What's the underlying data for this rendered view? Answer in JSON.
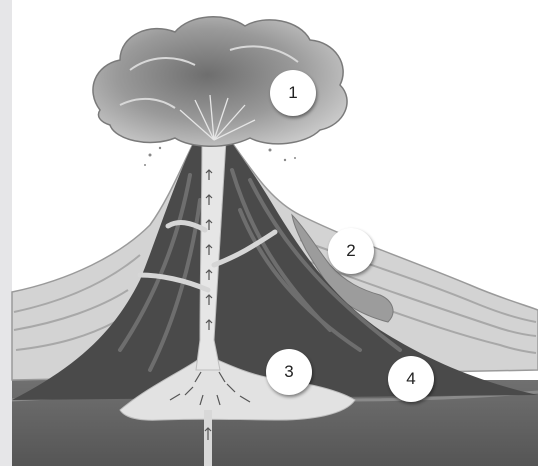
{
  "labels": {
    "ash_cloud": "1",
    "lava_flow": "2",
    "magma_chamber": "3",
    "crust_layer": "4"
  },
  "colors": {
    "background": "#e6e6e8",
    "sky": "#ffffff",
    "cone_outer": "#d2d2d2",
    "cone_inner": "#4a4a4a",
    "magma": "#e4e4e4",
    "ground": "#5e5e5e"
  }
}
